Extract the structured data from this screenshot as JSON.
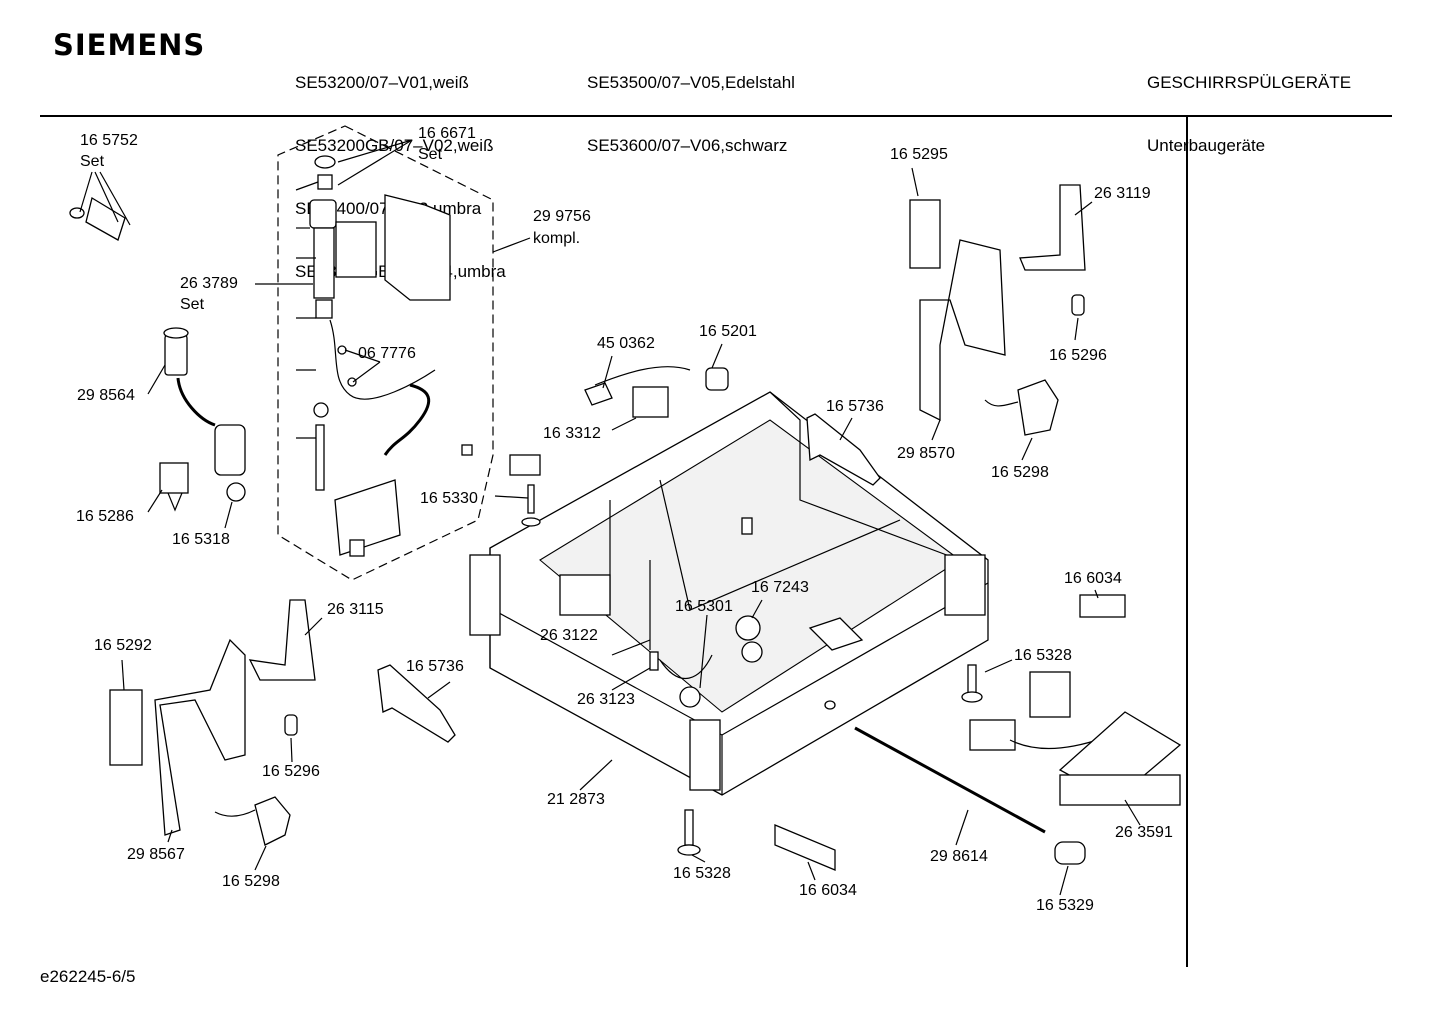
{
  "header": {
    "brand": "SIEMENS",
    "models_col1": [
      "SE53200/07–V01,weiß",
      "SE53200GB/07–V02,weiß",
      "SE53400/07–V03,umbra",
      "SE53400GB/07–V04,umbra"
    ],
    "models_col2": [
      "SE53500/07–V05,Edelstahl",
      "SE53600/07–V06,schwarz"
    ],
    "category": "GESCHIRRSPÜLGERÄTE",
    "subcategory": "Unterbaugeräte"
  },
  "footer": {
    "drawing_id": "e262245-6/5"
  },
  "parts": [
    {
      "id": "p1",
      "number": "16 5752",
      "note": "Set"
    },
    {
      "id": "p2",
      "number": "16 6671",
      "note": "Set"
    },
    {
      "id": "p3",
      "number": "29 9756",
      "note": "kompl."
    },
    {
      "id": "p4",
      "number": "26 3789",
      "note": "Set"
    },
    {
      "id": "p5",
      "number": "06 7776",
      "note": ""
    },
    {
      "id": "p6",
      "number": "29 8564",
      "note": ""
    },
    {
      "id": "p7",
      "number": "16 5286",
      "note": ""
    },
    {
      "id": "p8",
      "number": "16 5318",
      "note": ""
    },
    {
      "id": "p9",
      "number": "16 5330",
      "note": ""
    },
    {
      "id": "p10",
      "number": "45 0362",
      "note": ""
    },
    {
      "id": "p11",
      "number": "16 5201",
      "note": ""
    },
    {
      "id": "p12",
      "number": "16 3312",
      "note": ""
    },
    {
      "id": "p13",
      "number": "16 5295",
      "note": ""
    },
    {
      "id": "p14",
      "number": "26 3119",
      "note": ""
    },
    {
      "id": "p15",
      "number": "16 5296",
      "note": ""
    },
    {
      "id": "p16",
      "number": "16 5736",
      "note": ""
    },
    {
      "id": "p17",
      "number": "29 8570",
      "note": ""
    },
    {
      "id": "p18",
      "number": "16 5298",
      "note": ""
    },
    {
      "id": "p19",
      "number": "16 6034",
      "note": ""
    },
    {
      "id": "p20",
      "number": "16 5328",
      "note": ""
    },
    {
      "id": "p21",
      "number": "16 7243",
      "note": ""
    },
    {
      "id": "p22",
      "number": "16 5301",
      "note": ""
    },
    {
      "id": "p23",
      "number": "26 3122",
      "note": ""
    },
    {
      "id": "p24",
      "number": "26 3123",
      "note": ""
    },
    {
      "id": "p25",
      "number": "26 3115",
      "note": ""
    },
    {
      "id": "p26",
      "number": "16 5292",
      "note": ""
    },
    {
      "id": "p27",
      "number": "16 5736",
      "note": ""
    },
    {
      "id": "p28",
      "number": "16 5296",
      "note": ""
    },
    {
      "id": "p29",
      "number": "29 8567",
      "note": ""
    },
    {
      "id": "p30",
      "number": "16 5298",
      "note": ""
    },
    {
      "id": "p31",
      "number": "21 2873",
      "note": ""
    },
    {
      "id": "p32",
      "number": "16 5328",
      "note": ""
    },
    {
      "id": "p33",
      "number": "16 6034",
      "note": ""
    },
    {
      "id": "p34",
      "number": "29 8614",
      "note": ""
    },
    {
      "id": "p35",
      "number": "16 5329",
      "note": ""
    },
    {
      "id": "p36",
      "number": "26 3591",
      "note": ""
    }
  ]
}
